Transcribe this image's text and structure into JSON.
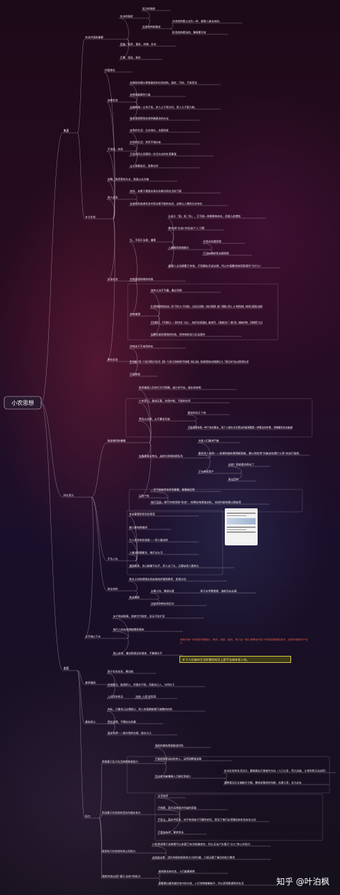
{
  "root": "小农思想",
  "watermark": "知乎 @叶泊枫",
  "note_red": "就像迁徙一样就是村落搬迁，摘花、窝居、楼房、有门店一家人需要读书这个时候选择城区居住，这就叫做城市户在了。",
  "note_yellow": "乡下人在城市生活所需的知识上是不及城市里人的。",
  "nodes": [
    {
      "id": "n0",
      "text": "来源"
    },
    {
      "id": "n1",
      "text": "农业村落的重要"
    },
    {
      "id": "n2",
      "text": "农业的稳定"
    },
    {
      "id": "n3",
      "text": "权力的稳定"
    },
    {
      "id": "n4",
      "text": "社会结构的稳定"
    },
    {
      "id": "n5",
      "text": "社会结构是以文化一样，都是人造出来的。"
    },
    {
      "id": "n6",
      "text": "社会结构是动的，要根着可控"
    },
    {
      "id": "n7",
      "text": "勇敢、勤劳、善良、热情、朴实"
    },
    {
      "id": "n8",
      "text": "平素、保旧、勤化"
    },
    {
      "id": "n9",
      "text": "乡土社会"
    },
    {
      "id": "n10",
      "text": "村落单位"
    },
    {
      "id": "n11",
      "text": "血缘社会"
    },
    {
      "id": "n12",
      "text": "血缘和地理分等是最初的社会结构，稳定、可控、不易变动"
    },
    {
      "id": "n13",
      "text": "血缘是最原的力量"
    },
    {
      "id": "n14",
      "text": "血缘就像一父亲子张，亲人之子而方所，商人之子智力熟。"
    },
    {
      "id": "n15",
      "text": "继承是保障我在我停最基本的办法"
    },
    {
      "id": "n16",
      "text": "不流动，封闭"
    },
    {
      "id": "n17",
      "text": "攻坚的生活：扎在地方，古属性质"
    },
    {
      "id": "n18",
      "text": "封闭的生活：老死不相往来"
    },
    {
      "id": "n19",
      "text": "不同均同之间塑同一生活方式的生意要演"
    },
    {
      "id": "n20",
      "text": "分工随着前后，勇教生好"
    },
    {
      "id": "n21",
      "text": "安静、勤劳是有为主，勤具以长为链"
    },
    {
      "id": "n22",
      "text": "熟人社会"
    },
    {
      "id": "n23",
      "text": "信任，来着于蓄是在某在化期对同生活的了解"
    },
    {
      "id": "n24",
      "text": "在亲密的血缘社会中商业是不能存在的，交换以人情的方式存在"
    },
    {
      "id": "n25",
      "text": "礼治社会"
    },
    {
      "id": "n26",
      "text": "礼，不同于法律，道德"
    },
    {
      "id": "n27",
      "text": "礼成于『宽』和『约』，它不是一种看得的存在，而是人的惯性"
    },
    {
      "id": "n28",
      "text": "教化将\"礼俗\"内化进个人习惯"
    },
    {
      "id": "n29",
      "text": "人随精用回馈额为"
    },
    {
      "id": "n30",
      "text": "社会关系是回馈"
    },
    {
      "id": "n31",
      "text": "行动向确定性去超回馈"
    },
    {
      "id": "n32",
      "text": "重要人主动随着于传统，不同随在开成法律，所以中国要传统而思接问\"为什么\""
    },
    {
      "id": "n33",
      "text": "传统是保持续的实践"
    },
    {
      "id": "n34",
      "text": "传统推理"
    },
    {
      "id": "n35",
      "text": "城市之法不可靠，要必须使"
    },
    {
      "id": "n36",
      "text": "那人把教训看着教给经验证实效，于要『不听老人言，吃亏在眼前』，从而比生活对话教的，小例如户是是家教，确此『问要要谁』是可以，这一种则路说的极，也常时看人温度是低人越做而"
    },
    {
      "id": "n37",
      "text": "所可看同之，不可看标之——那所传说『文业』，也被不会发新建前，聚的那可，于要做社会了一要打很，够最有特物，于要想着了文式"
    },
    {
      "id": "n38",
      "text": "如果社更还很快的社会，则传统的动力无法保持"
    },
    {
      "id": "n39",
      "text": "教化社会"
    },
    {
      "id": "n40",
      "text": "传统关于不来而存在"
    },
    {
      "id": "n41",
      "text": "那个政者只不是一个力权力使而出下的力界，而是一个力或人们追神并要于学的规模，他阅入度来，那这看容看城方言教规事的之中，可要又这有个能从过教同我的心里"
    },
    {
      "id": "n42",
      "text": "环境教育"
    },
    {
      "id": "n43",
      "text": "持久意义"
    },
    {
      "id": "n44",
      "text": "稳定便用的需要"
    },
    {
      "id": "n45",
      "text": "秩序确保人们的行为可预期，减少的不安，稳本的控制"
    },
    {
      "id": "n46",
      "text": "小农意识，稳定无事，自我内卷，不能的外务"
    },
    {
      "id": "n47",
      "text": "责任以业绩，从不要本完成"
    },
    {
      "id": "n48",
      "text": "集体利先于个体"
    },
    {
      "id": "n49",
      "text": "不能调整体是一种个体的集关，每个人都在书写看法的能调整是一种看法的并看，但需要定会去聚越"
    },
    {
      "id": "n50",
      "text": "安路是离业单位，这欲切求把挑把任务"
    },
    {
      "id": "n51",
      "text": "共组人们要求严格"
    },
    {
      "id": "n52",
      "text": "要求别人有两——如果他做的事情都很稳，要以他会用\"你做这有跟什么用\"来进行指挥。"
    },
    {
      "id": "n53",
      "text": "子与他家资产"
    },
    {
      "id": "n54",
      "text": "这就？那就是自养在了"
    },
    {
      "id": "n55",
      "text": "各山历史"
    },
    {
      "id": "n56",
      "text": "压制个性"
    },
    {
      "id": "n57",
      "text": "一切不能被用有序的要要，都要被压制"
    },
    {
      "id": "n58",
      "text": "独行耳如，会代作统突提\"张会\"，经理在地是者创化，也讲内前的提以随放变"
    },
    {
      "id": "n59",
      "text": "不为人先"
    },
    {
      "id": "n60",
      "text": "有关要冒险尝负的用意"
    },
    {
      "id": "n61",
      "text": "做人要有精细用"
    },
    {
      "id": "n62",
      "text": "为人处世的标准是——别人都这样"
    },
    {
      "id": "n63",
      "text": "人做出他撞都住，抱打出头鸟"
    },
    {
      "id": "n64",
      "text": "遇到是事，自己都最不出手，别人出了头，正要扯到人是刺头"
    },
    {
      "id": "n65",
      "text": "男女有别"
    },
    {
      "id": "n66",
      "text": "男女之间的感情去找加强有的管我教养，和是淡动"
    },
    {
      "id": "n67",
      "text": "男女隔离"
    },
    {
      "id": "n68",
      "text": "夫妻之间，情感淡漠"
    },
    {
      "id": "n69",
      "text": "男子去学看看看，谁就当出去遇"
    },
    {
      "id": "n70",
      "text": "对结合的物化和买付"
    },
    {
      "id": "n71",
      "text": "文字难以下乡"
    },
    {
      "id": "n72",
      "text": "乡产和成熟离，相转代代相传，没记不会扩容"
    },
    {
      "id": "n73",
      "text": "城代人的乡愁情绪惯离满的"
    },
    {
      "id": "n74",
      "text": "熟人社会，靠说那接近的语述，不要要文字"
    },
    {
      "id": "n75",
      "text": "表现"
    },
    {
      "id": "n76",
      "text": "差序格局"
    },
    {
      "id": "n77",
      "text": "居于社会关系，要交能"
    },
    {
      "id": "n78",
      "text": "对待意见，取是别人，但是并不我，而是自己人，对特外于"
    },
    {
      "id": "n79",
      "text": "人远而举求远"
    },
    {
      "id": "n80",
      "text": "流走·人奶洁而连"
    },
    {
      "id": "n81",
      "text": "重私轻公"
    },
    {
      "id": "n82",
      "text": "自私，只要自己过得能让，别人的富额都是可减看的的地"
    },
    {
      "id": "n83",
      "text": "明白说清，不要出头前重"
    },
    {
      "id": "n84",
      "text": "我主会得——能方我的交接，能主分工"
    },
    {
      "id": "n85",
      "text": "权力"
    },
    {
      "id": "n86",
      "text": "简单基于压力生活的牌事相权力"
    },
    {
      "id": "n87",
      "text": "强权的要有那能稳运所性"
    },
    {
      "id": "n88",
      "text": "不能就是那说应的自人，证明观察错说微"
    },
    {
      "id": "n89",
      "text": "而业者也被确确人口推迟而减少"
    },
    {
      "id": "n90",
      "text": "农业社会的生活动力，要都是由于随者作方向（人口之多，劳力边量，土地利用已达边际）"
    },
    {
      "id": "n91",
      "text": "通常是无为主道越才大概，要统关整体的均衡，在更么变，业大必去"
    },
    {
      "id": "n92",
      "text": "用法整于社会性的活动当规在有力"
    },
    {
      "id": "n93",
      "text": "长当有序"
    },
    {
      "id": "n94",
      "text": "不相尊，因为没有经济利益的获取"
    },
    {
      "id": "n95",
      "text": "不民主，因为不证体，也不考虑孩子可要作的后，那没下他们必须遵说的社会安东方式"
    },
    {
      "id": "n96",
      "text": "不是总在对，要求的法"
    },
    {
      "id": "n97",
      "text": "我会有于社会结时的公同有力"
    },
    {
      "id": "n98",
      "text": "小权视训降于血缘是可以来配门来合规道定的，所以无法产生基于\"分工\"的公共权力"
    },
    {
      "id": "n99",
      "text": "这有前太会，因为你面的知和有力力的均衡，只就无解了最后的权力看求"
    },
    {
      "id": "n100",
      "text": "是批判会出现\"基于业经\"的权力"
    },
    {
      "id": "n101",
      "text": "做到更关的社会，人们重要事情"
    },
    {
      "id": "n102",
      "text": "观集看比著会都社会中的力经，人们觉得都要被不，所以获得是提别自生活"
    }
  ]
}
